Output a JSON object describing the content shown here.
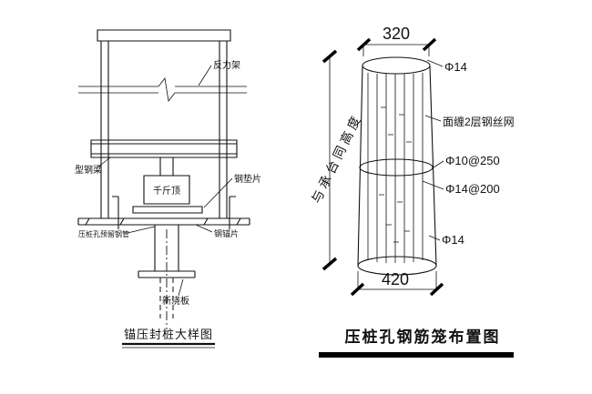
{
  "colors": {
    "line": "#111111",
    "background": "#ffffff"
  },
  "left_diagram": {
    "caption": "锚压封桩大样图",
    "labels": {
      "reaction_frame": "反力架",
      "steel_beam": "型钢梁",
      "jack": "千斤顶",
      "steel_shim": "钢垫片",
      "reserved_pipe": "压桩孔预留钢管",
      "anchor_shim": "钢锚片",
      "new_slab": "新浇板"
    }
  },
  "right_diagram": {
    "caption": "压桩孔钢筋笼布置图",
    "dim_top": "320",
    "dim_bottom": "420",
    "height_note": "与承台同高度",
    "labels": {
      "bar_top": "Φ14",
      "wire_mesh": "面缠2层钢丝网",
      "spiral_upper": "Φ10@250",
      "spiral_lower": "Φ14@200",
      "bar_bottom": "Φ14"
    }
  }
}
